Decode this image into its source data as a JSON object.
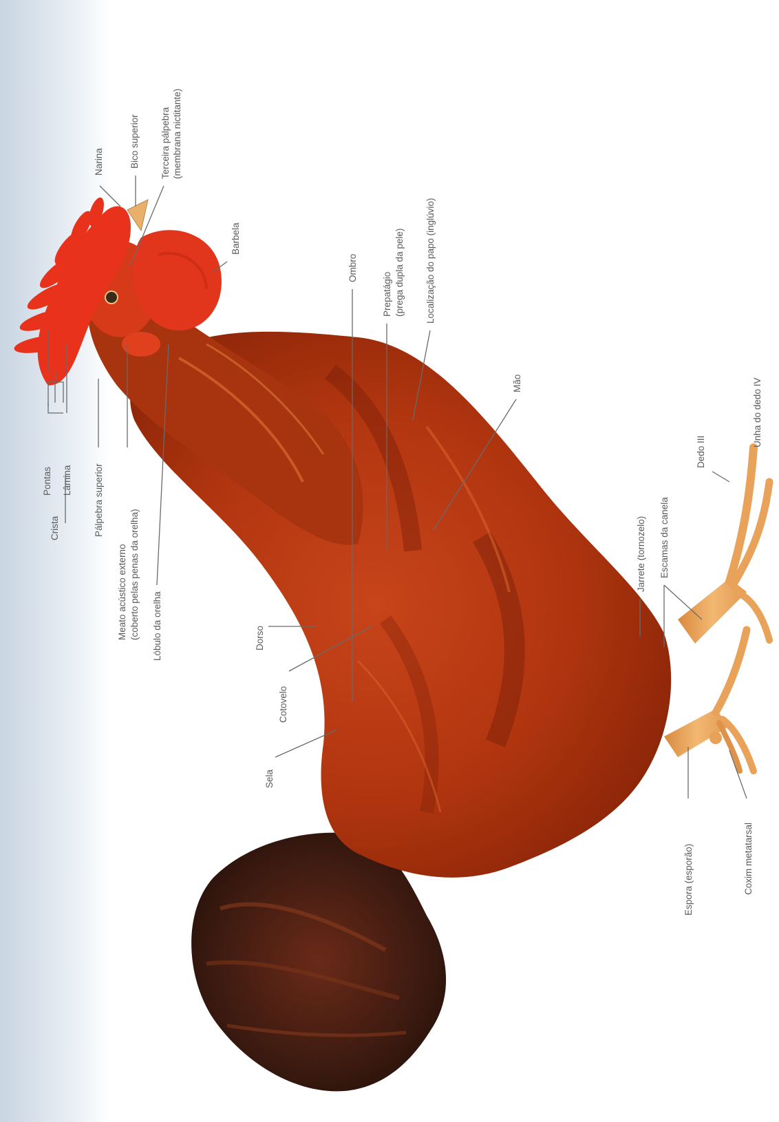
{
  "figure": {
    "colors": {
      "comb": "#e8321b",
      "wattle": "#e2361c",
      "plumage": "#b8380f",
      "plumage_dark": "#7a1f08",
      "tail": "#3a1c12",
      "leg": "#e9a25a",
      "beak": "#e8b06a",
      "label_text": "#5a5a5a",
      "leader_line": "#6a6a6a",
      "left_margin": "#cfd9e4"
    },
    "labels": {
      "crista": "Crista",
      "pontas": "Pontas",
      "lamina": "Lâmina",
      "narina": "Narina",
      "bico_superior": "Bico superior",
      "terceira_palpebra": "Terceira pálpebra",
      "membrana_nictitante": "(membrana nictitante)",
      "barbela": "Barbela",
      "palpebra_superior": "Pálpebra superior",
      "meato_1": "Meato acústico externo",
      "meato_2": "(coberto pelas penas da orelha)",
      "lobulo_orelha": "Lóbulo da orelha",
      "ombro": "Ombro",
      "prepatagio_1": "Prepatágio",
      "prepatagio_2": "(prega dupla da pele)",
      "localizacao_papo": "Localização do papo (inglúvio)",
      "dorso": "Dorso",
      "cotovelo": "Cotovelo",
      "sela": "Sela",
      "mao": "Mão",
      "jarrete": "Jarrete (tornozelo)",
      "escamas": "Escamas da canela",
      "dedo_iii": "Dedo III",
      "unha": "Unha do dedo IV",
      "espora": "Espora (esporão)",
      "coxim": "Coxim metatarsal"
    }
  }
}
